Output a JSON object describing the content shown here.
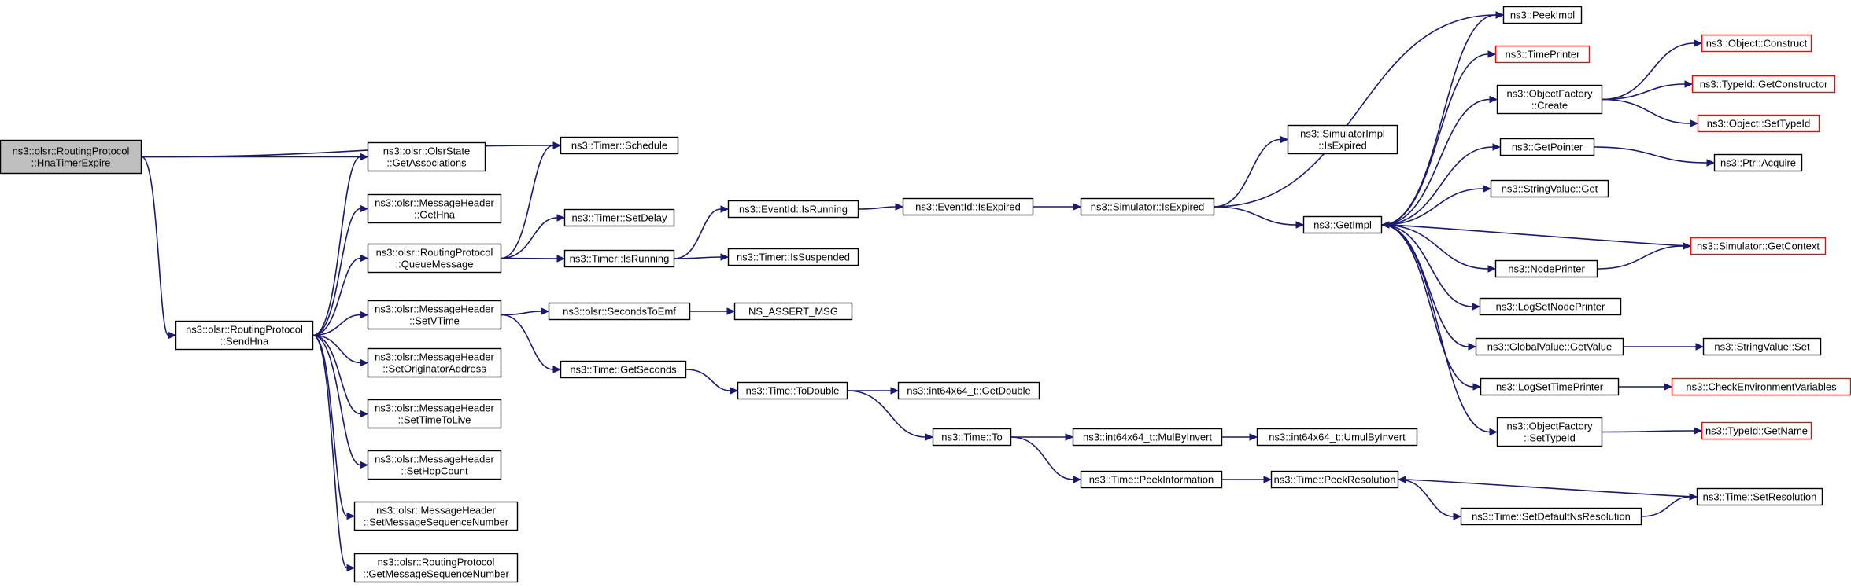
{
  "colors": {
    "edge": "#191970",
    "root_fill": "#bfbfbf",
    "node_fill": "#ffffff",
    "node_border": "#000000",
    "external_border": "#ff0000"
  },
  "nodes": [
    {
      "id": "root",
      "lines": [
        "ns3::olsr::RoutingProtocol",
        "::HnaTimerExpire"
      ],
      "style": "root"
    },
    {
      "id": "schedule",
      "lines": [
        "ns3::Timer::Schedule"
      ],
      "style": "normal"
    },
    {
      "id": "getassoc",
      "lines": [
        "ns3::olsr::OlsrState",
        "::GetAssociations"
      ],
      "style": "normal"
    },
    {
      "id": "gethna",
      "lines": [
        "ns3::olsr::MessageHeader",
        "::GetHna"
      ],
      "style": "normal"
    },
    {
      "id": "setdelay",
      "lines": [
        "ns3::Timer::SetDelay"
      ],
      "style": "normal"
    },
    {
      "id": "queuemsg",
      "lines": [
        "ns3::olsr::RoutingProtocol",
        "::QueueMessage"
      ],
      "style": "normal"
    },
    {
      "id": "isrunningT",
      "lines": [
        "ns3::Timer::IsRunning"
      ],
      "style": "normal"
    },
    {
      "id": "sendhna",
      "lines": [
        "ns3::olsr::RoutingProtocol",
        "::SendHna"
      ],
      "style": "normal"
    },
    {
      "id": "setvtime",
      "lines": [
        "ns3::olsr::MessageHeader",
        "::SetVTime"
      ],
      "style": "normal"
    },
    {
      "id": "setorig",
      "lines": [
        "ns3::olsr::MessageHeader",
        "::SetOriginatorAddress"
      ],
      "style": "normal"
    },
    {
      "id": "setttl",
      "lines": [
        "ns3::olsr::MessageHeader",
        "::SetTimeToLive"
      ],
      "style": "normal"
    },
    {
      "id": "sethop",
      "lines": [
        "ns3::olsr::MessageHeader",
        "::SetHopCount"
      ],
      "style": "normal"
    },
    {
      "id": "setseq",
      "lines": [
        "ns3::olsr::MessageHeader",
        "::SetMessageSequenceNumber"
      ],
      "style": "normal"
    },
    {
      "id": "getseq",
      "lines": [
        "ns3::olsr::RoutingProtocol",
        "::GetMessageSequenceNumber"
      ],
      "style": "normal"
    },
    {
      "id": "evisrunning",
      "lines": [
        "ns3::EventId::IsRunning"
      ],
      "style": "normal"
    },
    {
      "id": "issusp",
      "lines": [
        "ns3::Timer::IsSuspended"
      ],
      "style": "normal"
    },
    {
      "id": "secstoemf",
      "lines": [
        "ns3::olsr::SecondsToEmf"
      ],
      "style": "normal"
    },
    {
      "id": "assertmsg",
      "lines": [
        "NS_ASSERT_MSG"
      ],
      "style": "normal"
    },
    {
      "id": "getseconds",
      "lines": [
        "ns3::Time::GetSeconds"
      ],
      "style": "normal"
    },
    {
      "id": "todouble",
      "lines": [
        "ns3::Time::ToDouble"
      ],
      "style": "normal"
    },
    {
      "id": "getdouble",
      "lines": [
        "ns3::int64x64_t::GetDouble"
      ],
      "style": "normal"
    },
    {
      "id": "timeto",
      "lines": [
        "ns3::Time::To"
      ],
      "style": "normal"
    },
    {
      "id": "mulbyinv",
      "lines": [
        "ns3::int64x64_t::MulByInvert"
      ],
      "style": "normal"
    },
    {
      "id": "umulbyinv",
      "lines": [
        "ns3::int64x64_t::UmulByInvert"
      ],
      "style": "normal"
    },
    {
      "id": "peekinfo",
      "lines": [
        "ns3::Time::PeekInformation"
      ],
      "style": "normal"
    },
    {
      "id": "peekres",
      "lines": [
        "ns3::Time::PeekResolution"
      ],
      "style": "normal"
    },
    {
      "id": "setdefres",
      "lines": [
        "ns3::Time::SetDefaultNsResolution"
      ],
      "style": "normal"
    },
    {
      "id": "setres",
      "lines": [
        "ns3::Time::SetResolution"
      ],
      "style": "normal"
    },
    {
      "id": "evisexpired",
      "lines": [
        "ns3::EventId::IsExpired"
      ],
      "style": "normal"
    },
    {
      "id": "simisexpired",
      "lines": [
        "ns3::Simulator::IsExpired"
      ],
      "style": "normal"
    },
    {
      "id": "simimplisexp",
      "lines": [
        "ns3::SimulatorImpl",
        "::IsExpired"
      ],
      "style": "normal"
    },
    {
      "id": "getimpl",
      "lines": [
        "ns3::GetImpl"
      ],
      "style": "normal"
    },
    {
      "id": "peekimpl",
      "lines": [
        "ns3::PeekImpl"
      ],
      "style": "normal"
    },
    {
      "id": "timeprinter",
      "lines": [
        "ns3::TimePrinter"
      ],
      "style": "external"
    },
    {
      "id": "ofcreate",
      "lines": [
        "ns3::ObjectFactory",
        "::Create"
      ],
      "style": "normal"
    },
    {
      "id": "objconstruct",
      "lines": [
        "ns3::Object::Construct"
      ],
      "style": "external"
    },
    {
      "id": "getconstructor",
      "lines": [
        "ns3::TypeId::GetConstructor"
      ],
      "style": "external"
    },
    {
      "id": "objsettypeid",
      "lines": [
        "ns3::Object::SetTypeId"
      ],
      "style": "external"
    },
    {
      "id": "getpointer",
      "lines": [
        "ns3::GetPointer"
      ],
      "style": "normal"
    },
    {
      "id": "ptracquire",
      "lines": [
        "ns3::Ptr::Acquire"
      ],
      "style": "normal"
    },
    {
      "id": "strvalget",
      "lines": [
        "ns3::StringValue::Get"
      ],
      "style": "normal"
    },
    {
      "id": "getcontext",
      "lines": [
        "ns3::Simulator::GetContext"
      ],
      "style": "external"
    },
    {
      "id": "nodeprinter",
      "lines": [
        "ns3::NodePrinter"
      ],
      "style": "normal"
    },
    {
      "id": "logsetnode",
      "lines": [
        "ns3::LogSetNodePrinter"
      ],
      "style": "normal"
    },
    {
      "id": "gvgetvalue",
      "lines": [
        "ns3::GlobalValue::GetValue"
      ],
      "style": "normal"
    },
    {
      "id": "strvalset",
      "lines": [
        "ns3::StringValue::Set"
      ],
      "style": "normal"
    },
    {
      "id": "logsettime",
      "lines": [
        "ns3::LogSetTimePrinter"
      ],
      "style": "normal"
    },
    {
      "id": "checkenv",
      "lines": [
        "ns3::CheckEnvironmentVariables"
      ],
      "style": "external"
    },
    {
      "id": "ofsettypeid",
      "lines": [
        "ns3::ObjectFactory",
        "::SetTypeId"
      ],
      "style": "normal"
    },
    {
      "id": "typeidgetname",
      "lines": [
        "ns3::TypeId::GetName"
      ],
      "style": "external"
    }
  ],
  "edges": [
    [
      "root",
      "schedule"
    ],
    [
      "root",
      "getassoc"
    ],
    [
      "root",
      "sendhna"
    ],
    [
      "sendhna",
      "getassoc"
    ],
    [
      "sendhna",
      "gethna"
    ],
    [
      "sendhna",
      "queuemsg"
    ],
    [
      "sendhna",
      "setvtime"
    ],
    [
      "sendhna",
      "setorig"
    ],
    [
      "sendhna",
      "setttl"
    ],
    [
      "sendhna",
      "sethop"
    ],
    [
      "sendhna",
      "setseq"
    ],
    [
      "sendhna",
      "getseq"
    ],
    [
      "queuemsg",
      "schedule"
    ],
    [
      "queuemsg",
      "setdelay"
    ],
    [
      "queuemsg",
      "isrunningT"
    ],
    [
      "isrunningT",
      "evisrunning"
    ],
    [
      "isrunningT",
      "issusp"
    ],
    [
      "setvtime",
      "secstoemf"
    ],
    [
      "setvtime",
      "getseconds"
    ],
    [
      "secstoemf",
      "assertmsg"
    ],
    [
      "getseconds",
      "todouble"
    ],
    [
      "todouble",
      "getdouble"
    ],
    [
      "todouble",
      "timeto"
    ],
    [
      "timeto",
      "mulbyinv"
    ],
    [
      "timeto",
      "peekinfo"
    ],
    [
      "mulbyinv",
      "umulbyinv"
    ],
    [
      "peekinfo",
      "peekres"
    ],
    [
      "peekres",
      "setdefres"
    ],
    [
      "setdefres",
      "setres"
    ],
    [
      "setres",
      "peekres"
    ],
    [
      "evisrunning",
      "evisexpired"
    ],
    [
      "evisexpired",
      "simisexpired"
    ],
    [
      "simisexpired",
      "simimplisexp"
    ],
    [
      "simisexpired",
      "getimpl"
    ],
    [
      "simisexpired",
      "peekimpl"
    ],
    [
      "getimpl",
      "peekimpl"
    ],
    [
      "getimpl",
      "timeprinter"
    ],
    [
      "getimpl",
      "ofcreate"
    ],
    [
      "getimpl",
      "getpointer"
    ],
    [
      "getimpl",
      "strvalget"
    ],
    [
      "getimpl",
      "nodeprinter"
    ],
    [
      "getimpl",
      "logsetnode"
    ],
    [
      "getimpl",
      "gvgetvalue"
    ],
    [
      "getimpl",
      "logsettime"
    ],
    [
      "getimpl",
      "ofsettypeid"
    ],
    [
      "ofcreate",
      "objconstruct"
    ],
    [
      "ofcreate",
      "getconstructor"
    ],
    [
      "ofcreate",
      "objsettypeid"
    ],
    [
      "getpointer",
      "ptracquire"
    ],
    [
      "nodeprinter",
      "getcontext"
    ],
    [
      "getcontext",
      "getimpl"
    ],
    [
      "gvgetvalue",
      "strvalset"
    ],
    [
      "logsettime",
      "checkenv"
    ],
    [
      "ofsettypeid",
      "typeidgetname"
    ]
  ]
}
